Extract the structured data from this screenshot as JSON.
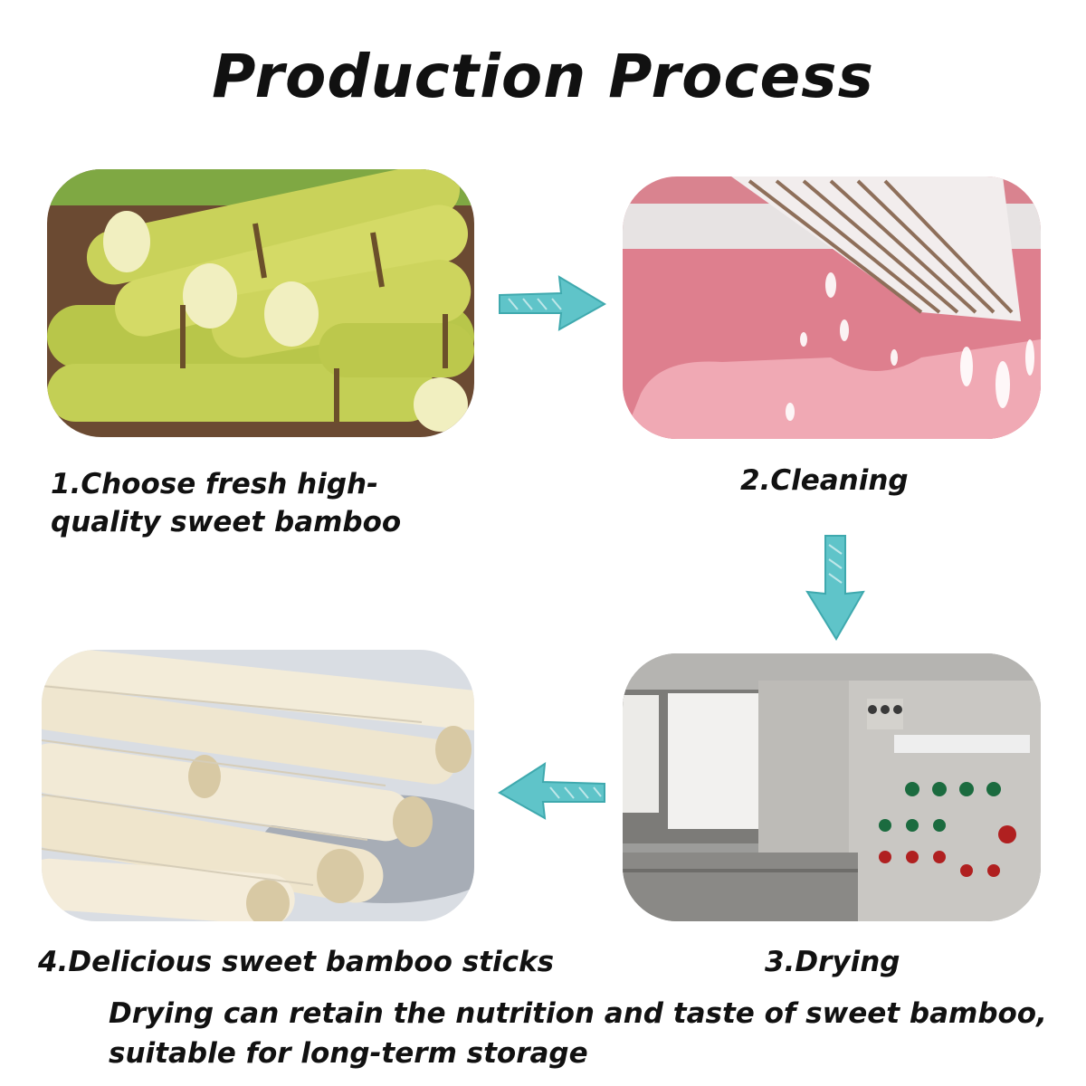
{
  "title": "Production Process",
  "steps": [
    {
      "label": "1.Choose fresh high-quality sweet bamboo",
      "image": "fresh-sugarcane-photo"
    },
    {
      "label": "2.Cleaning",
      "image": "washing-water-photo"
    },
    {
      "label": "3.Drying",
      "image": "drying-machine-photo"
    },
    {
      "label": "4.Delicious sweet bamboo sticks",
      "image": "dried-bamboo-sticks-photo"
    }
  ],
  "footer_note": "Drying can retain the nutrition and taste of sweet bamboo, suitable for long-term storage",
  "colors": {
    "arrow": "#5fc4c9",
    "text": "#111111"
  }
}
